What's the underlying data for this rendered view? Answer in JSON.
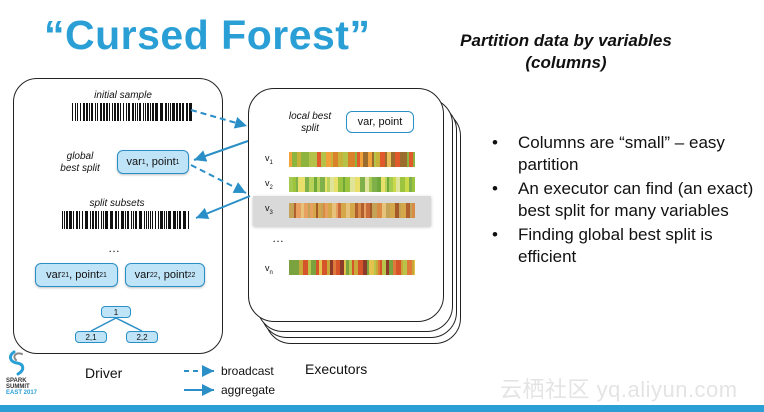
{
  "title": "“Cursed Forest”",
  "subtitle_line1": "Partition data by variables",
  "subtitle_line2": "(columns)",
  "driver": {
    "initial_sample_label": "initial sample",
    "global_best_split_line1": "global",
    "global_best_split_line2": "best split",
    "best_var": "var",
    "best_var_sub": "1",
    "best_point": ", point",
    "best_point_sub": "1",
    "split_subsets_label": "split subsets",
    "ellipsis": "…",
    "subset_a_var": "var",
    "subset_a_var_sub": "21",
    "subset_a_point": ", point",
    "subset_a_point_sub": "21",
    "subset_b_var": "var",
    "subset_b_var_sub": "22",
    "subset_b_point": ", point",
    "subset_b_point_sub": "22",
    "tree_root": "1",
    "tree_left": "2,1",
    "tree_right": "2,2",
    "label": "Driver"
  },
  "executor": {
    "local_best_line1": "local best",
    "local_best_line2": "split",
    "local_var_point": "var, point",
    "vars": [
      {
        "main": "v",
        "sub": "1"
      },
      {
        "main": "v",
        "sub": "2"
      },
      {
        "main": "v",
        "sub": "3"
      },
      {
        "main": "v",
        "sub": "n"
      }
    ],
    "ellipsis": "…",
    "label": "Executors"
  },
  "legend": {
    "broadcast": "broadcast",
    "aggregate": "aggregate"
  },
  "bullets": [
    "Columns are “small” – easy partition",
    "An executor can find (an exact) best split for many variables",
    "Finding global best split is efficient"
  ],
  "logo": {
    "line1": "SPARK",
    "line2": "SUMMIT",
    "line3": "EAST 2017"
  },
  "watermark": "云栖社区 yq.aliyun.com",
  "colors": {
    "accent": "#2a9fd6",
    "pill_fill": "#bfe3f7",
    "arrow": "#2a8fc7"
  }
}
